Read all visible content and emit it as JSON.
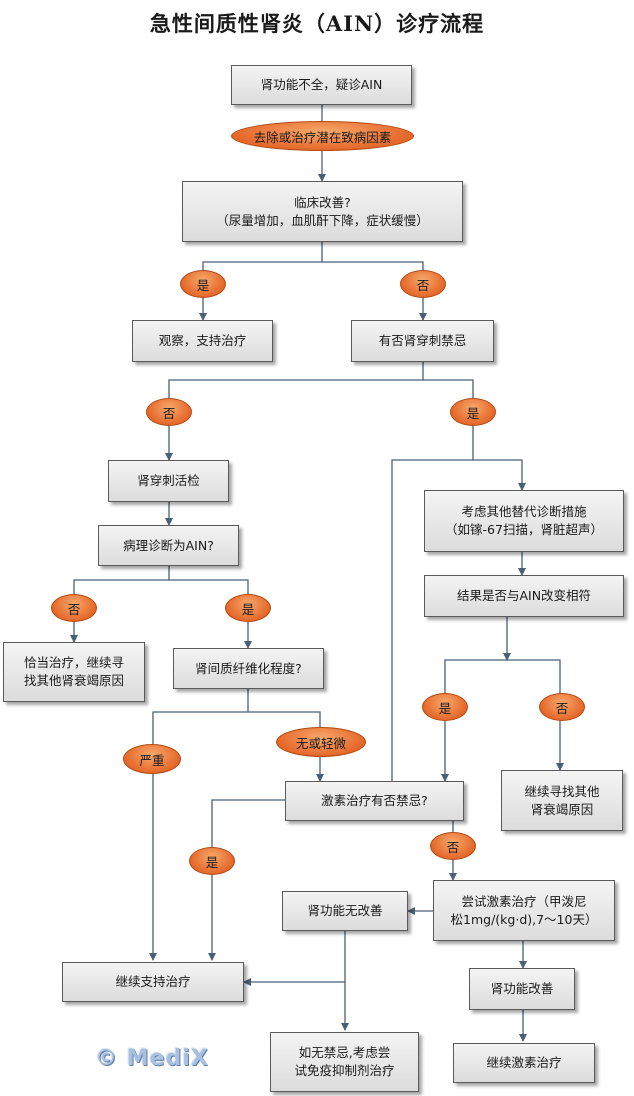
{
  "title": "急性间质性肾炎（AIN）诊疗流程",
  "logo": "© MediX",
  "colors": {
    "line": "#4a5f78",
    "oval": "#e5682a",
    "box": "#e6e6e6"
  },
  "nodes": {
    "suspect_ain": "肾功能不全，疑诊AIN",
    "remove_cause": "去除或治疗潜在致病因素",
    "clinical_improve": [
      "临床改善?",
      "（尿量增加，血肌酐下降，症状缓慢）"
    ],
    "observe": "观察，支持治疗",
    "biopsy_contraindication": "有否肾穿刺禁忌",
    "renal_biopsy": "肾穿刺活检",
    "pathology_ain": "病理诊断为AIN?",
    "appropriate_treatment": [
      "恰当治疗，继续寻",
      "找其他肾衰竭原因"
    ],
    "fibrosis_degree": "肾间质纤维化程度?",
    "alt_diagnosis": [
      "考虑其他替代诊断措施",
      "（如镓-67扫描，肾脏超声）"
    ],
    "result_match": "结果是否与AIN改变相符",
    "find_other_cause": [
      "继续寻找其他",
      "肾衰竭原因"
    ],
    "steroid_contraindication": "激素治疗有否禁忌?",
    "try_steroid": [
      "尝试激素治疗（甲泼尼",
      "松1mg/(kg·d),7～10天）"
    ],
    "no_improvement": "肾功能无改善",
    "continue_support": "继续支持治疗",
    "improvement": "肾功能改善",
    "immunosuppress": [
      "如无禁忌,考虑尝",
      "试免疫抑制剂治疗"
    ],
    "continue_steroid": "继续激素治疗"
  },
  "labels": {
    "yes": "是",
    "no": "否",
    "severe": "严重",
    "none_or_mild": "无或轻微"
  }
}
